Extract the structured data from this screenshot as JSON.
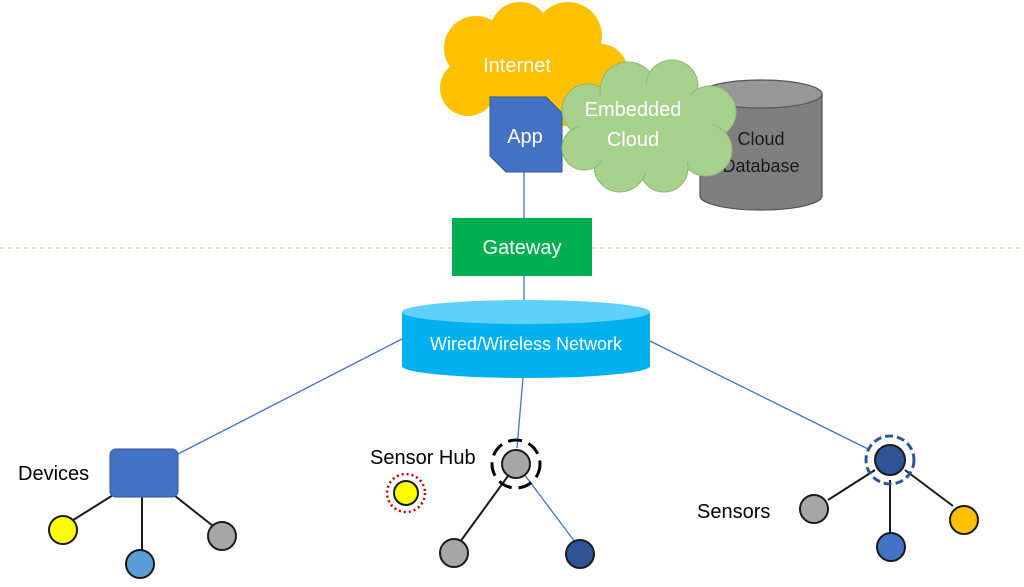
{
  "nodes": {
    "internet": "Internet",
    "app": "App",
    "embedded_cloud_line1": "Embedded",
    "embedded_cloud_line2": "Cloud",
    "cloud_database_line1": "Cloud",
    "cloud_database_line2": "Database",
    "gateway": "Gateway",
    "network": "Wired/Wireless Network"
  },
  "groups": {
    "devices": "Devices",
    "sensor_hub": "Sensor Hub",
    "sensors": "Sensors"
  },
  "colors": {
    "internet_cloud": "#FFC000",
    "embedded_cloud": "#A9D18E",
    "app": "#4472C4",
    "database": "#7F7F7F",
    "gateway": "#00B050",
    "network": "#00B0F0",
    "network_top": "#5FD0F8",
    "link": "#4472C4",
    "divider": "#F4B183",
    "node_yellow": "#FFFF00",
    "node_gray": "#A6A6A6",
    "node_light_blue": "#5B9BD5",
    "node_dark_blue": "#2F5597",
    "node_orange": "#FFC000",
    "hub_marker_ring": "#C00000"
  }
}
